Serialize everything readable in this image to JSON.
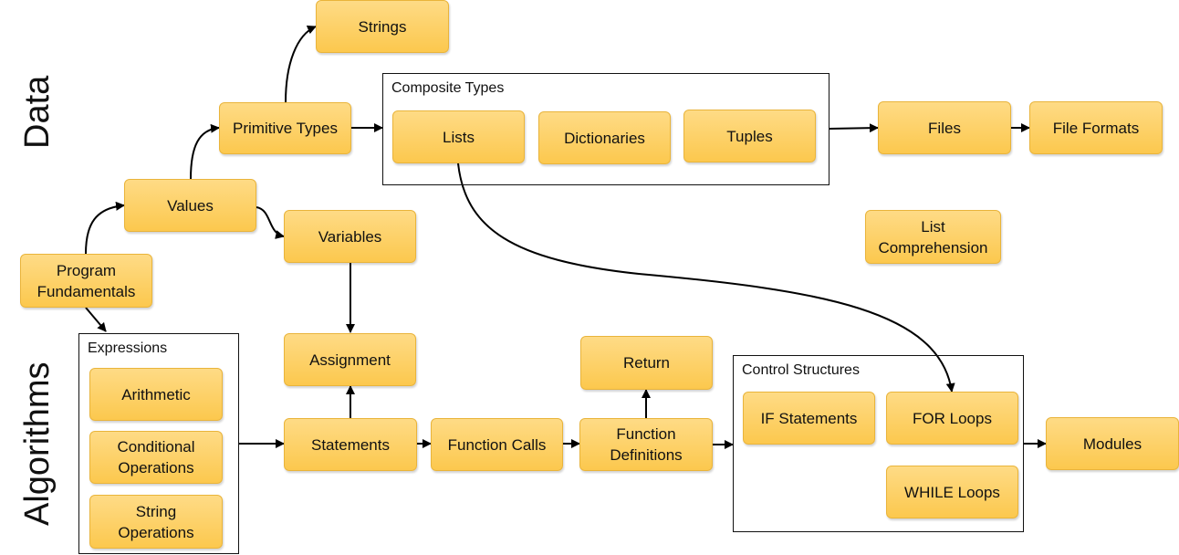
{
  "axis_labels": {
    "data": "Data",
    "algorithms": "Algorithms"
  },
  "groups": {
    "composite_types": "Composite Types",
    "expressions": "Expressions",
    "control_structures": "Control Structures"
  },
  "nodes": {
    "strings": "Strings",
    "primitive_types": "Primitive Types",
    "values": "Values",
    "variables": "Variables",
    "program_fundamentals": "Program\nFundamentals",
    "lists": "Lists",
    "dictionaries": "Dictionaries",
    "tuples": "Tuples",
    "files": "Files",
    "file_formats": "File Formats",
    "list_comprehension": "List\nComprehension",
    "arithmetic": "Arithmetic",
    "conditional_operations": "Conditional\nOperations",
    "string_operations": "String\nOperations",
    "assignment": "Assignment",
    "statements": "Statements",
    "function_calls": "Function Calls",
    "return": "Return",
    "function_definitions": "Function\nDefinitions",
    "if_statements": "IF Statements",
    "for_loops": "FOR Loops",
    "while_loops": "WHILE Loops",
    "modules": "Modules"
  },
  "colors": {
    "node_fill": "#fcc84e",
    "node_border": "#e9b43b",
    "arrow": "#000000"
  }
}
